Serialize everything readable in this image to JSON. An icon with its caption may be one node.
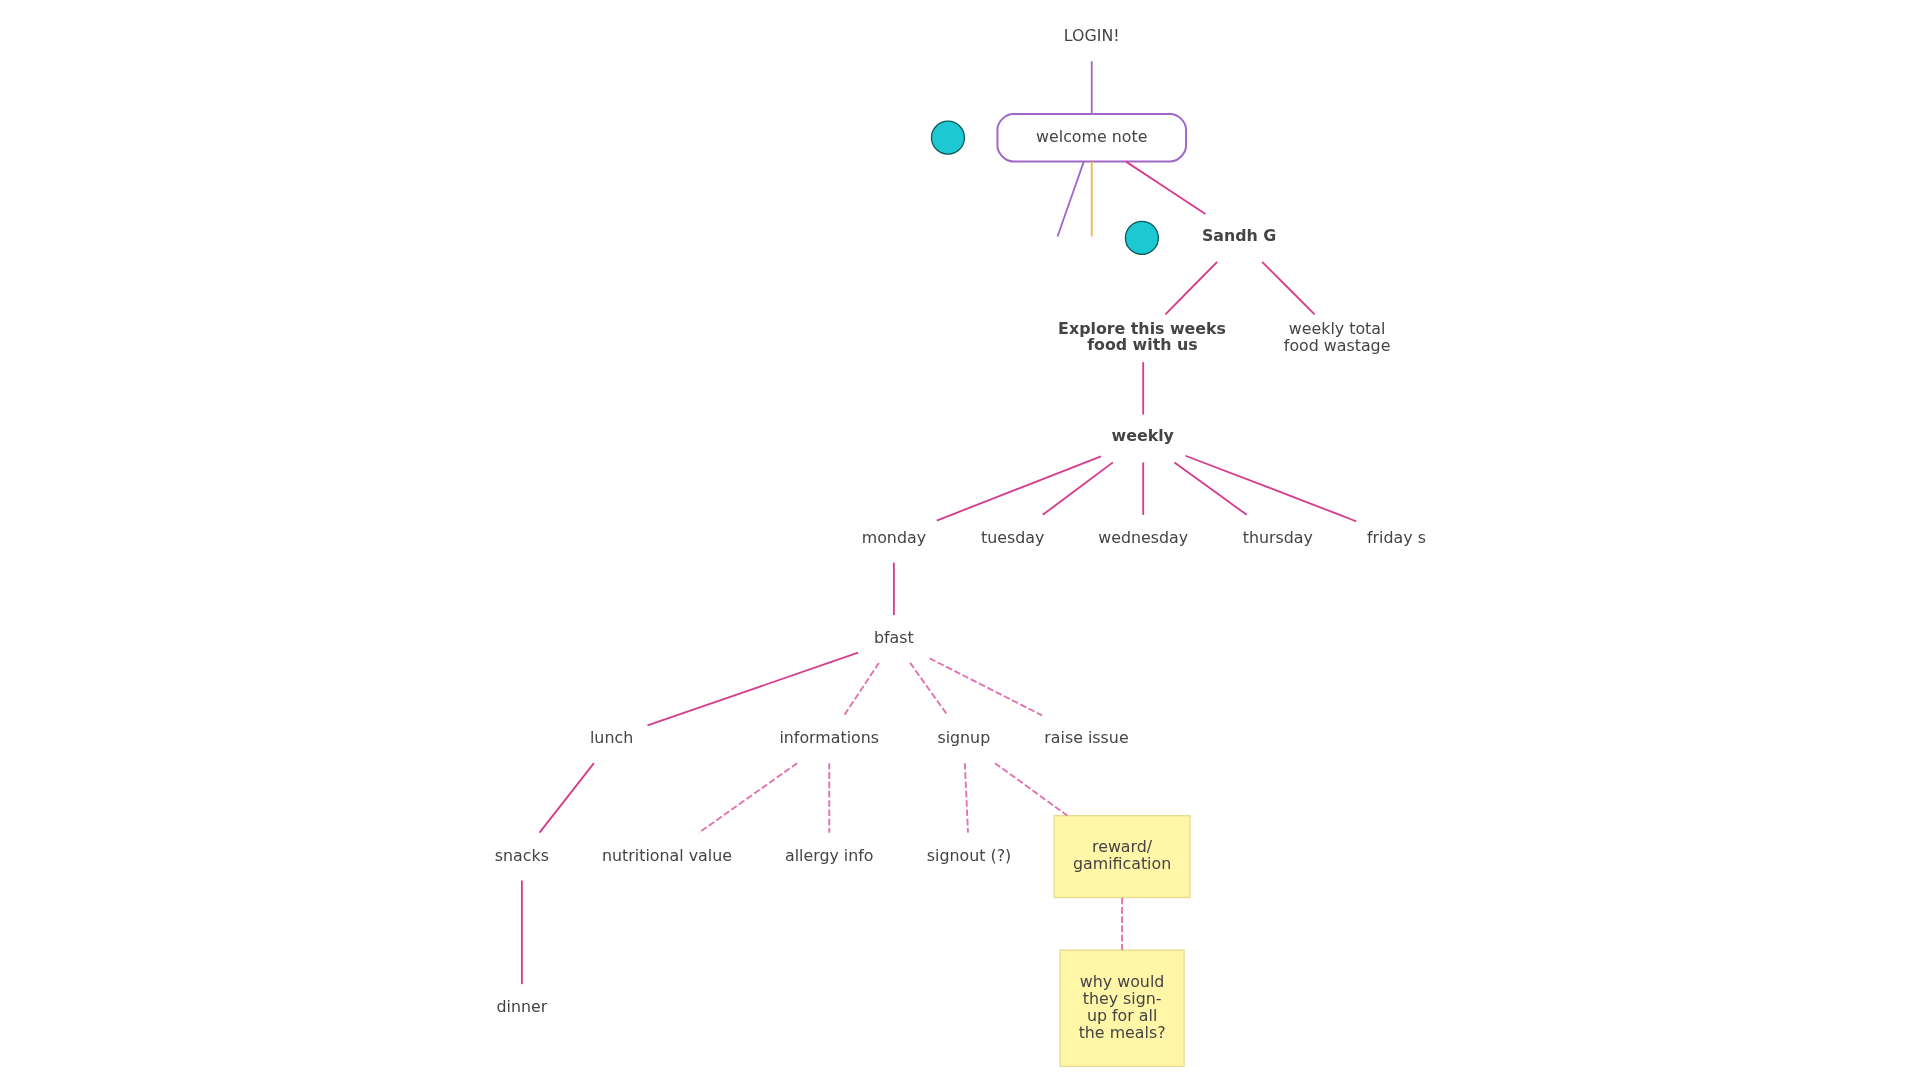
{
  "diagram": {
    "nodes": [
      {
        "text": [
          "LOGIN!"
        ]
      },
      {
        "text": [
          "welcome note"
        ]
      },
      {
        "text": [],
        "shape": "circle"
      },
      {
        "text": [
          "Sandh G"
        ]
      },
      {
        "text": [],
        "shape": "circle"
      },
      {
        "text": [
          "Explore this weeks food with us"
        ]
      },
      {
        "text": [
          "weekly total food wastage"
        ]
      },
      {
        "text": [
          "weekly"
        ]
      },
      {
        "text": [
          "monday"
        ]
      },
      {
        "text": [
          "tuesday"
        ]
      },
      {
        "text": [
          "wednesday"
        ]
      },
      {
        "text": [
          "thursday"
        ]
      },
      {
        "text": [
          "friday s"
        ]
      },
      {
        "text": [
          "bfast"
        ]
      },
      {
        "text": [
          "lunch"
        ]
      },
      {
        "text": [
          "snacks"
        ]
      },
      {
        "text": [
          "dinner"
        ]
      },
      {
        "text": [
          "informations"
        ]
      },
      {
        "text": [
          "nutritional value"
        ]
      },
      {
        "text": [
          "allergy info"
        ]
      },
      {
        "text": [
          "signup"
        ]
      },
      {
        "text": [
          "signout (?)"
        ]
      },
      {
        "text": [
          "raise issue"
        ]
      },
      {
        "text": [
          "reward/ gamification"
        ]
      },
      {
        "text": [
          "why would they sign- up for all the meals?"
        ]
      }
    ],
    "edges": [
      {
        "from": 0,
        "to": 1,
        "arrow": "none",
        "color": "#a067c8"
      },
      {
        "from": 1,
        "to": null,
        "arrow": "none",
        "color": "#a067c8"
      },
      {
        "from": 1,
        "to": null,
        "arrow": "none",
        "color": "#f0b84a"
      },
      {
        "from": 1,
        "to": 3,
        "arrow": "none"
      },
      {
        "from": 3,
        "to": 5,
        "arrow": "none"
      },
      {
        "from": 3,
        "to": 6,
        "arrow": "none"
      },
      {
        "from": 5,
        "to": 7,
        "arrow": "none"
      },
      {
        "from": 7,
        "to": 8,
        "arrow": "none"
      },
      {
        "from": 7,
        "to": 9,
        "arrow": "none"
      },
      {
        "from": 7,
        "to": 10,
        "arrow": "none"
      },
      {
        "from": 7,
        "to": 11,
        "arrow": "none"
      },
      {
        "from": 7,
        "to": 12,
        "arrow": "none"
      },
      {
        "from": 8,
        "to": 13,
        "arrow": "none"
      },
      {
        "from": 13,
        "to": 14,
        "arrow": "none"
      },
      {
        "from": 14,
        "to": 15,
        "arrow": "none"
      },
      {
        "from": 15,
        "to": 16,
        "arrow": "none"
      },
      {
        "from": 13,
        "to": 17,
        "arrow": "none",
        "style": "dashed"
      },
      {
        "from": 13,
        "to": 20,
        "arrow": "none",
        "style": "dashed"
      },
      {
        "from": 13,
        "to": 22,
        "arrow": "none",
        "style": "dashed"
      },
      {
        "from": 17,
        "to": 18,
        "arrow": "none",
        "style": "dashed"
      },
      {
        "from": 17,
        "to": 19,
        "arrow": "none",
        "style": "dashed"
      },
      {
        "from": 20,
        "to": 21,
        "arrow": "none",
        "style": "dashed"
      },
      {
        "from": 20,
        "to": 23,
        "arrow": "none",
        "style": "dashed"
      },
      {
        "from": 23,
        "to": 24,
        "arrow": "none",
        "style": "dashed"
      }
    ]
  }
}
